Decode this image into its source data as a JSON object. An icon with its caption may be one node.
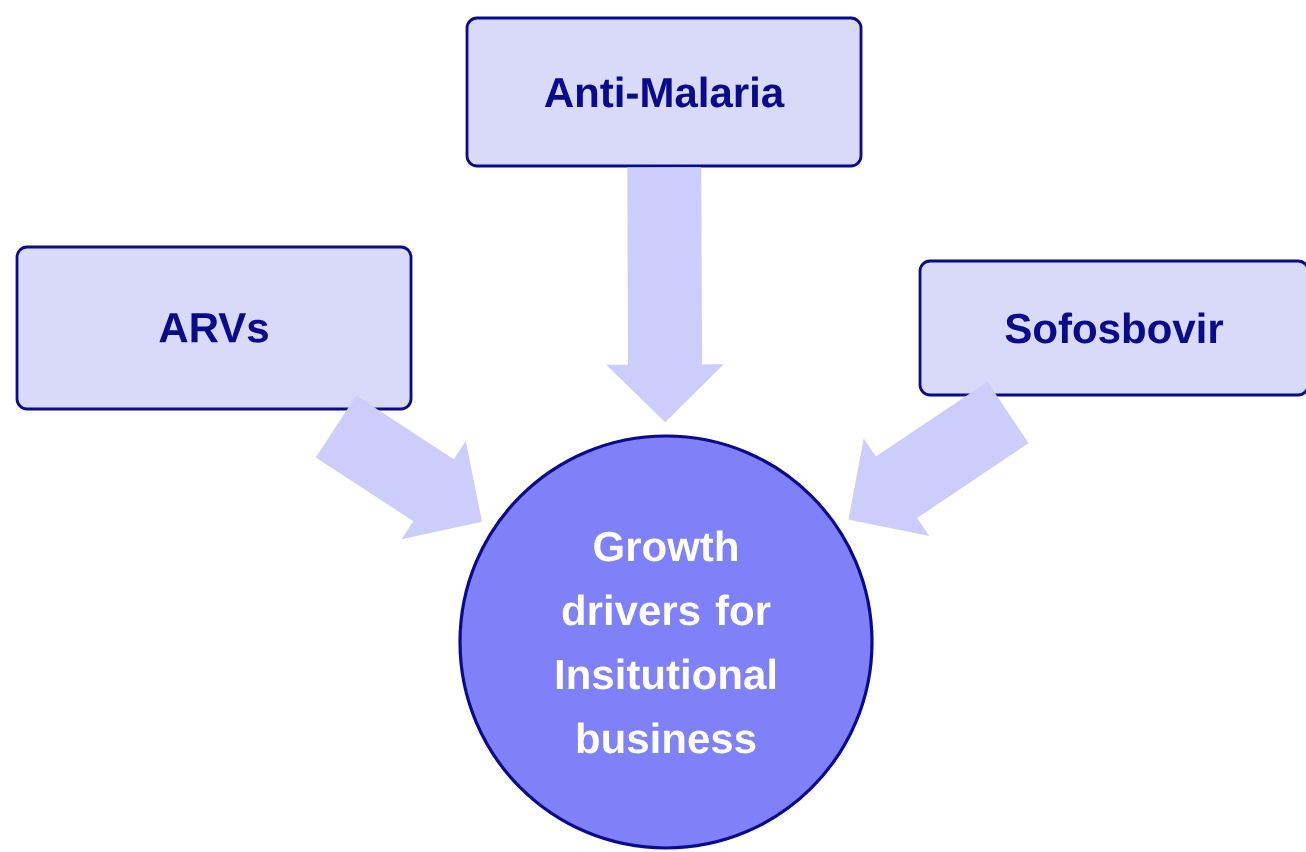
{
  "diagram": {
    "nodes": [
      {
        "text": [
          "Anti-Malaria"
        ]
      },
      {
        "text": [
          "ARVs"
        ]
      },
      {
        "text": [
          "Sofosbovir"
        ]
      },
      {
        "text": [
          "Growth drivers for Insitutional business"
        ]
      }
    ],
    "edges": [
      {
        "from": 0,
        "to": 3,
        "arrow": "to"
      },
      {
        "from": 1,
        "to": 3,
        "arrow": "to"
      },
      {
        "from": 2,
        "to": 3,
        "arrow": "to"
      }
    ]
  }
}
